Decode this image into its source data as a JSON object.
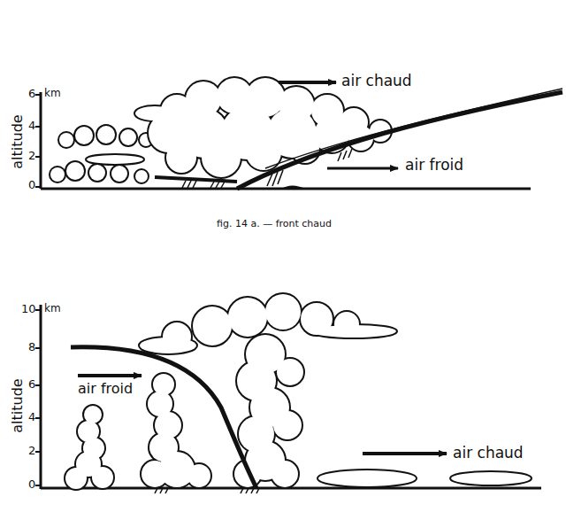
{
  "diagram": {
    "caption": "fig. 14 a. — front chaud",
    "labels": [
      "6",
      "km",
      "4",
      "2",
      "0",
      "altitude",
      "air chaud",
      "air froid",
      "10",
      "km",
      "8",
      "6",
      "4",
      "2",
      "0",
      "altitude",
      "air froid",
      "air chaud"
    ]
  }
}
